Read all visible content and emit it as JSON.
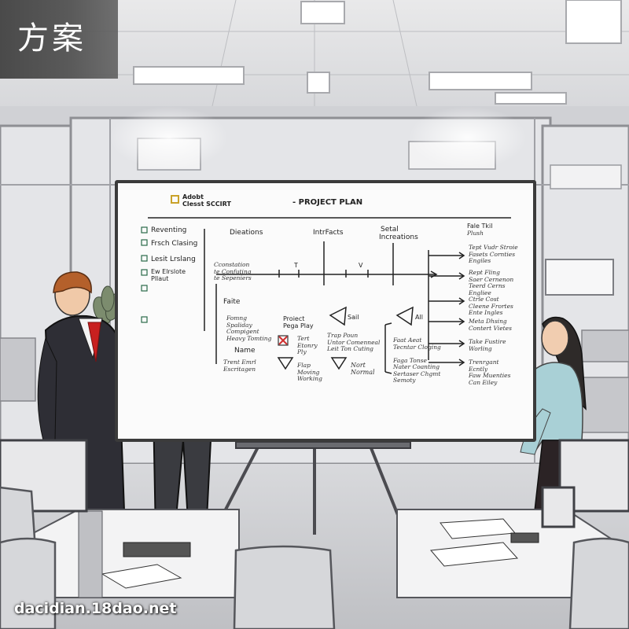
{
  "banner": {
    "title": "方案"
  },
  "whiteboard": {
    "header": {
      "logo_line1": "Adobt",
      "logo_line2": "Clesst SCCIRT",
      "title": "- PROJECT PLAN"
    },
    "columns": {
      "col1": "Dieations",
      "col2": "IntrFacts",
      "col3_line1": "Setal",
      "col3_line2": "Increations",
      "col4_line1": "Fale Tkil",
      "col4_line2": "Plush"
    },
    "checklist": [
      "Reventing",
      "Frsch Clasing",
      "Lesit Lrslang",
      "Ew Elrslote Pllaut"
    ],
    "middle_notes": {
      "note1": "Cconstation\nte Confuting\nte Sepeniers",
      "note2": "Faite",
      "note3": "Fomng\nSpaliday\nCompigent\nHeavy Tomting",
      "note4": "Name",
      "note5": "Trent Emrl\nEscritagen"
    },
    "axis_marks": {
      "t": "T",
      "v": "V"
    },
    "project_block": {
      "title": "Proiect\nPega Play",
      "item1": "Tert\nEtonry\nPly",
      "item2": "Flap\nMoving\nWorking",
      "sail": "Sail",
      "sail_note": "Trap Poun\nUntor Comenneal\nLeit Ton Cuting",
      "nort": "Nort\nNormal",
      "all": "All",
      "col_notes": "Faat Aeat\nTecntar Cloging\n\nFaga Tonse\nNater Coanting\nSertaser Chgmt\nSemoty"
    },
    "right_list": [
      "Tept Vudr Stroie\nFasets Cornties\nEngiles",
      "Rept Fling\nSaer Cernenon\nTeerd Cerns\nEngliee",
      "Ctrle Cost\nCleene Frortes\nEnte Ingles",
      "Meta Dhsing\nContert Vietes",
      "Take Fustire\nWorling",
      "Trenrgant\nEcntly\nFaw Muenties\nCan Eiley"
    ]
  },
  "footer": {
    "watermark": "dacidian.18dao.net"
  },
  "colors": {
    "suit_dark": "#2e2e35",
    "tie_red": "#c8201f",
    "hair_auburn": "#b4602b",
    "blouse_teal": "#a9d0d6",
    "hair_dark": "#2e2a29",
    "whiteboard": "#fbfbfb",
    "accent_red_check": "#d03030"
  }
}
